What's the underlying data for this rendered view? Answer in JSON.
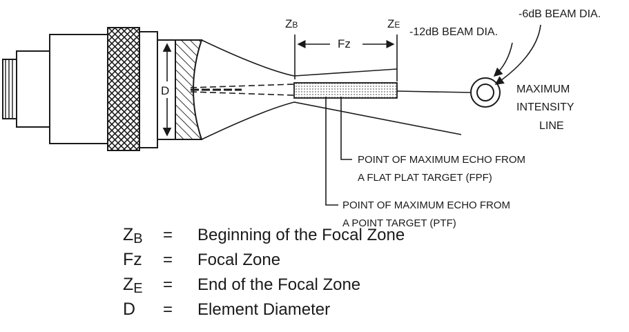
{
  "labels": {
    "zb_main": "Z",
    "zb_sub": "B",
    "ze_main": "Z",
    "ze_sub": "E",
    "fz": "Fz",
    "d": "D",
    "beam_6db": "-6dB BEAM DIA.",
    "beam_12db": "-12dB BEAM DIA.",
    "max_intensity_1": "MAXIMUM",
    "max_intensity_2": "INTENSITY",
    "max_intensity_3": "LINE",
    "fpf_1": "POINT OF MAXIMUM ECHO FROM",
    "fpf_2": "A FLAT PLAT TARGET (FPF)",
    "ptf_1": "POINT OF MAXIMUM ECHO FROM",
    "ptf_2": "A POINT TARGET (PTF)"
  },
  "legend": [
    {
      "symbol": "Z",
      "sub": "B",
      "eq": "=",
      "desc": "Beginning of the Focal Zone"
    },
    {
      "symbol": "Fz",
      "sub": "",
      "eq": "=",
      "desc": "Focal Zone"
    },
    {
      "symbol": "Z",
      "sub": "E",
      "eq": "=",
      "desc": "End of the Focal Zone"
    },
    {
      "symbol": "D",
      "sub": "",
      "eq": "=",
      "desc": "Element Diameter"
    }
  ],
  "colors": {
    "ink": "#1a1a1a",
    "background": "#ffffff"
  }
}
